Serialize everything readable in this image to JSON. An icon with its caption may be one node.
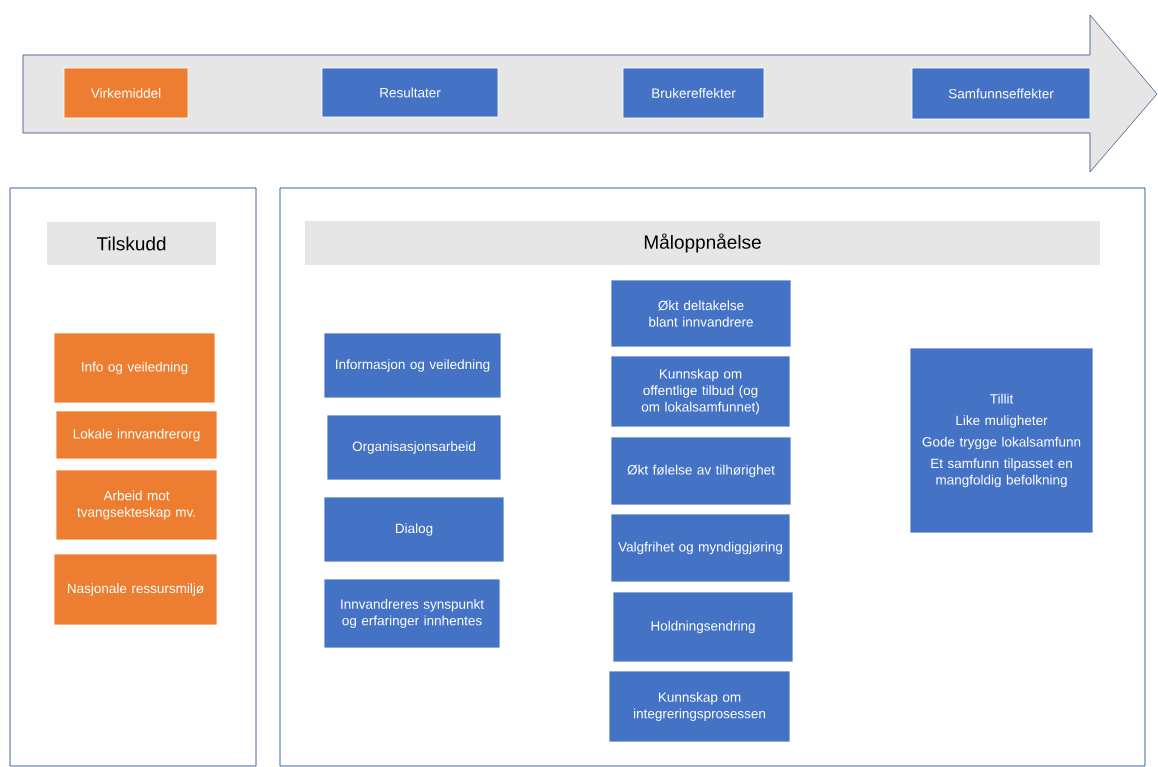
{
  "diagram": {
    "nodes": [
      {
        "text": [],
        "shape": "arrow"
      },
      {
        "text": [
          "Virkemiddel"
        ],
        "in": 0
      },
      {
        "text": [
          "Resultater"
        ],
        "in": 0
      },
      {
        "text": [
          "Brukereffekter"
        ],
        "in": 0
      },
      {
        "text": [
          "Samfunnseffekter"
        ],
        "in": 0
      },
      {
        "text": [],
        "shape": "box"
      },
      {
        "text": [
          "Tilskudd"
        ],
        "in": 5
      },
      {
        "text": [
          "Info og veiledning"
        ],
        "in": 5
      },
      {
        "text": [
          "Lokale innvandrerorg"
        ],
        "in": 5
      },
      {
        "text": [
          "Arbeid mot tvangsekteskap mv."
        ],
        "in": 5
      },
      {
        "text": [
          "Nasjonale ressursmiljø"
        ],
        "in": 5
      },
      {
        "text": [],
        "shape": "box"
      },
      {
        "text": [
          "Måloppnåelse"
        ],
        "in": 11
      },
      {
        "text": [
          "Informasjon og veiledning"
        ],
        "in": 11
      },
      {
        "text": [
          "Organisasjonsarbeid"
        ],
        "in": 11
      },
      {
        "text": [
          "Dialog"
        ],
        "in": 11
      },
      {
        "text": [
          "Innvandreres synspunkt og erfaringer innhentes"
        ],
        "in": 11
      },
      {
        "text": [
          "Økt deltakelse blant innvandrere"
        ],
        "in": 11
      },
      {
        "text": [
          "Kunnskap om offentlige tilbud (og om lokalsamfunnet)"
        ],
        "in": 11
      },
      {
        "text": [
          "Økt følelse av tilhørighet"
        ],
        "in": 11
      },
      {
        "text": [
          "Valgfrihet og myndiggjøring"
        ],
        "in": 11
      },
      {
        "text": [
          "Holdningsendring"
        ],
        "in": 11
      },
      {
        "text": [
          "Kunnskap om integreringsprosessen"
        ],
        "in": 11
      },
      {
        "text": [
          "Tillit",
          "Like muligheter",
          "Gode trygge lokalsamfunn",
          "Et samfunn tilpasset en mangfoldig befolkning"
        ],
        "in": 11
      }
    ],
    "edges": []
  }
}
